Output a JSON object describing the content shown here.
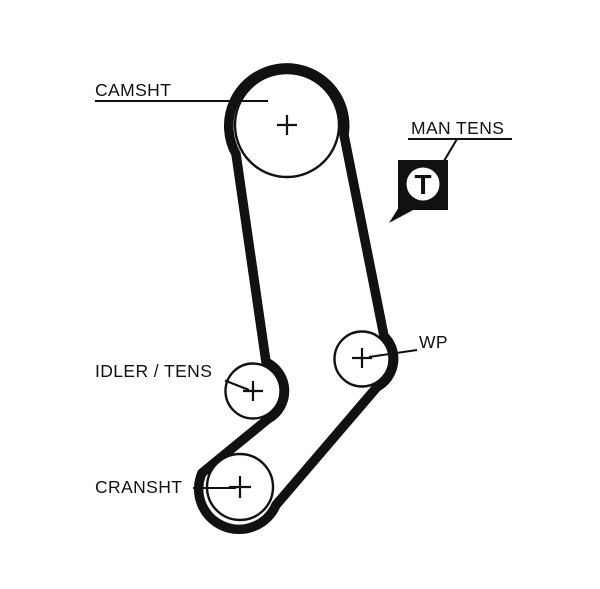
{
  "diagram": {
    "labels": {
      "camshaft": "CAMSHT",
      "manual_tensioner": "MAN TENS",
      "water_pump": "WP",
      "idler_tensioner": "IDLER / TENS",
      "crankshaft": "CRANSHT"
    },
    "tensioner": {
      "letter": "T"
    },
    "colors": {
      "ink": "#111111",
      "background": "#ffffff"
    }
  }
}
